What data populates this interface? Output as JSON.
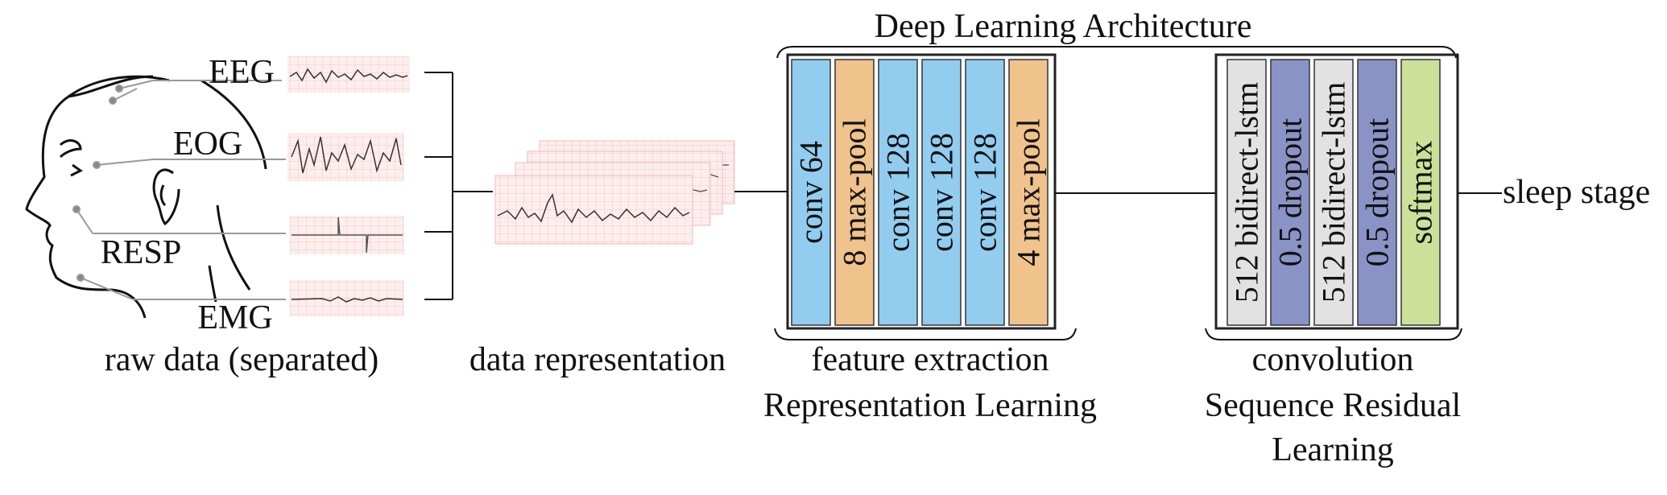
{
  "title": "Deep Learning Architecture",
  "signals": [
    "EEG",
    "EOG",
    "RESP",
    "EMG"
  ],
  "captions": {
    "raw": "raw data (separated)",
    "representation": "data representation",
    "feature1": "feature extraction",
    "feature2": "Representation Learning",
    "conv1": "convolution",
    "conv2": "Sequence Residual",
    "conv3": "Learning"
  },
  "output_label": "sleep stage",
  "feature_blocks": [
    {
      "label": "conv 64",
      "kind": "conv"
    },
    {
      "label": "8 max-pool",
      "kind": "pool"
    },
    {
      "label": "conv 128",
      "kind": "conv"
    },
    {
      "label": "conv 128",
      "kind": "conv"
    },
    {
      "label": "conv 128",
      "kind": "conv"
    },
    {
      "label": "4 max-pool",
      "kind": "pool"
    }
  ],
  "sequence_blocks": [
    {
      "label": "512 bidirect-lstm",
      "kind": "lstm"
    },
    {
      "label": "0.5 dropout",
      "kind": "dropout"
    },
    {
      "label": "512 bidirect-lstm",
      "kind": "lstm"
    },
    {
      "label": "0.5 dropout",
      "kind": "dropout"
    },
    {
      "label": "softmax",
      "kind": "softmax"
    }
  ],
  "colors": {
    "conv": "#92cdf0",
    "pool": "#f0c28c",
    "lstm": "#e2e2e2",
    "dropout": "#8a93c6",
    "softmax": "#cde09a",
    "grid": "#f4c6c6",
    "grid_bg": "#fdeeee"
  }
}
